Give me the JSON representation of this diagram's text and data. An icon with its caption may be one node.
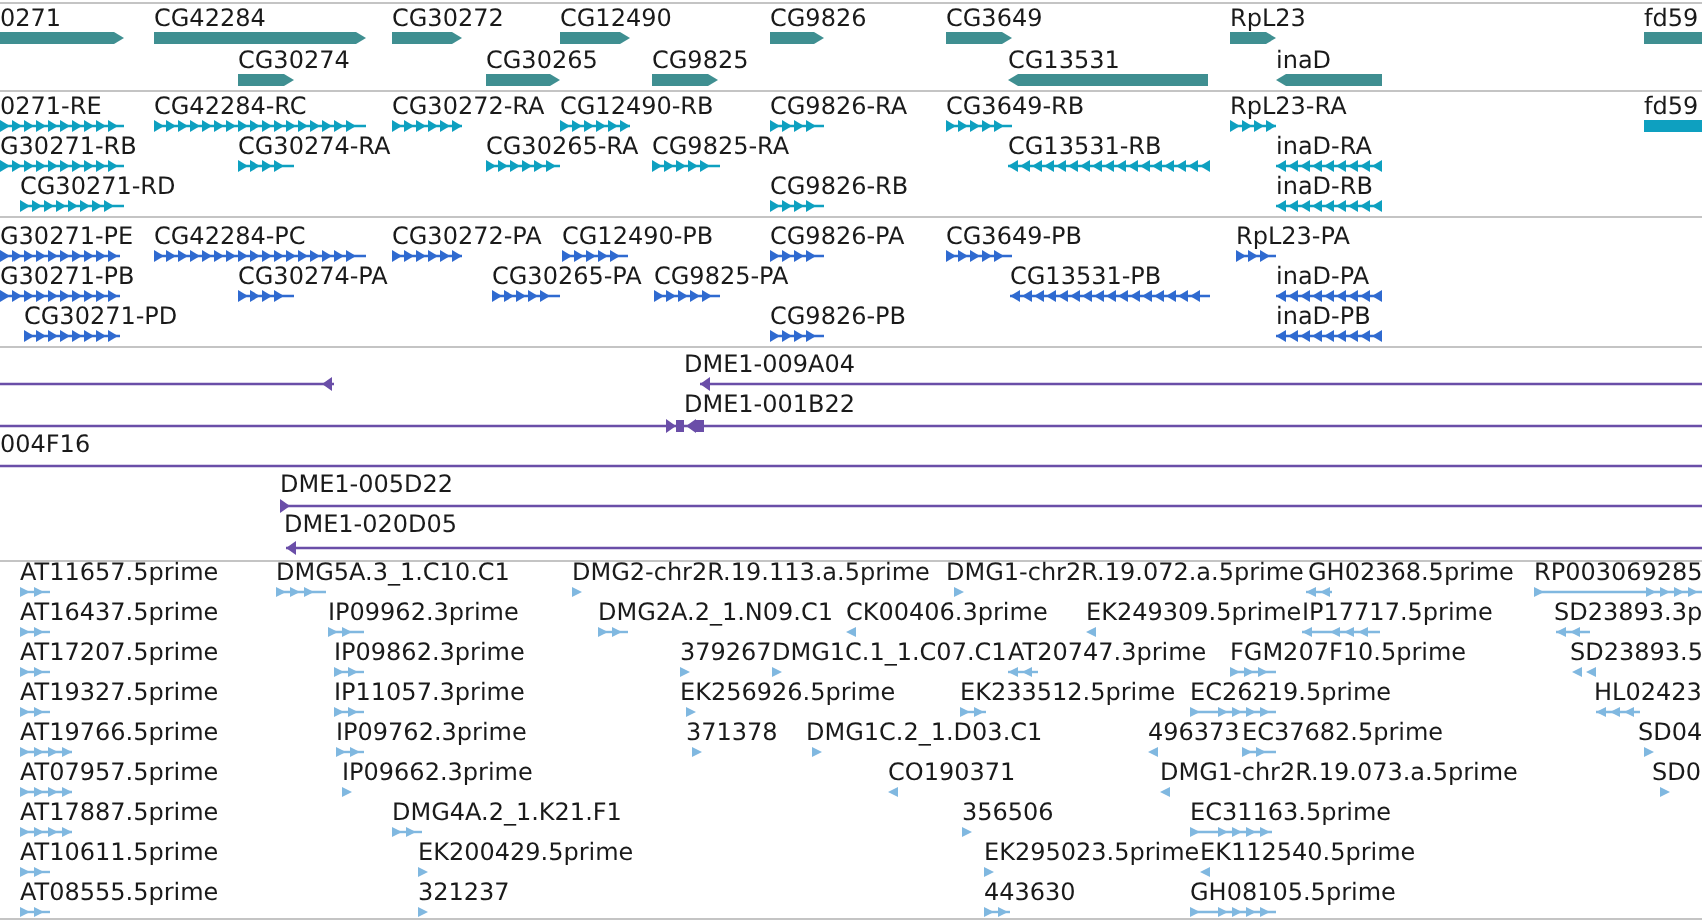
{
  "diagram": {
    "labels": [
      "0271",
      "CG42284",
      "CG30272",
      "CG12490",
      "CG9826",
      "CG3649",
      "RpL23",
      "fd59",
      "CG30274",
      "CG30265",
      "CG9825",
      "CG13531",
      "inaD",
      "0271-RE",
      "CG42284-RC",
      "CG30272-RA",
      "CG12490-RB",
      "CG9826-RA",
      "CG3649-RB",
      "RpL23-RA",
      "fd59",
      "G30271-RB",
      "CG30274-RA",
      "CG30265-RA",
      "CG9825-RA",
      "CG13531-RB",
      "inaD-RA",
      "CG30271-RD",
      "CG9826-RB",
      "inaD-RB",
      "G30271-PE",
      "CG42284-PC",
      "CG30272-PA",
      "CG12490-PB",
      "CG9826-PA",
      "CG3649-PB",
      "RpL23-PA",
      "G30271-PB",
      "CG30274-PA",
      "CG30265-PA",
      "CG9825-PA",
      "CG13531-PB",
      "inaD-PA",
      "CG30271-PD",
      "CG9826-PB",
      "inaD-PB",
      "DME1-009A04",
      "DME1-001B22",
      "004F16",
      "DME1-005D22",
      "DME1-020D05",
      "AT11657.5prime",
      "DMG5A.3_1.C10.C1",
      "DMG2-chr2R.19.113.a.5prime",
      "DMG1-chr2R.19.072.a.5prime",
      "GH02368.5prime",
      "RP003069285",
      "AT16437.5prime",
      "IP09962.3prime",
      "DMG2A.2_1.N09.C1",
      "CK00406.3prime",
      "EK249309.5prime",
      "IP17717.5prime",
      "SD23893.3p",
      "AT17207.5prime",
      "IP09862.3prime",
      "379267",
      "DMG1C.1_1.C07.C1",
      "AT20747.3prime",
      "FGM207F10.5prime",
      "SD23893.5",
      "AT19327.5prime",
      "IP11057.3prime",
      "EK256926.5prime",
      "EK233512.5prime",
      "EC26219.5prime",
      "HL02423",
      "AT19766.5prime",
      "IP09762.3prime",
      "371378",
      "DMG1C.2_1.D03.C1",
      "496373",
      "EC37682.5prime",
      "SD04",
      "AT07957.5prime",
      "IP09662.3prime",
      "CO190371",
      "DMG1-chr2R.19.073.a.5prime",
      "SD0",
      "AT17887.5prime",
      "DMG4A.2_1.K21.F1",
      "356506",
      "EC31163.5prime",
      "AT10611.5prime",
      "EK200429.5prime",
      "EK295023.5prime",
      "EK112540.5prime",
      "AT08555.5prime",
      "321237",
      "443630",
      "GH08105.5prime"
    ]
  }
}
